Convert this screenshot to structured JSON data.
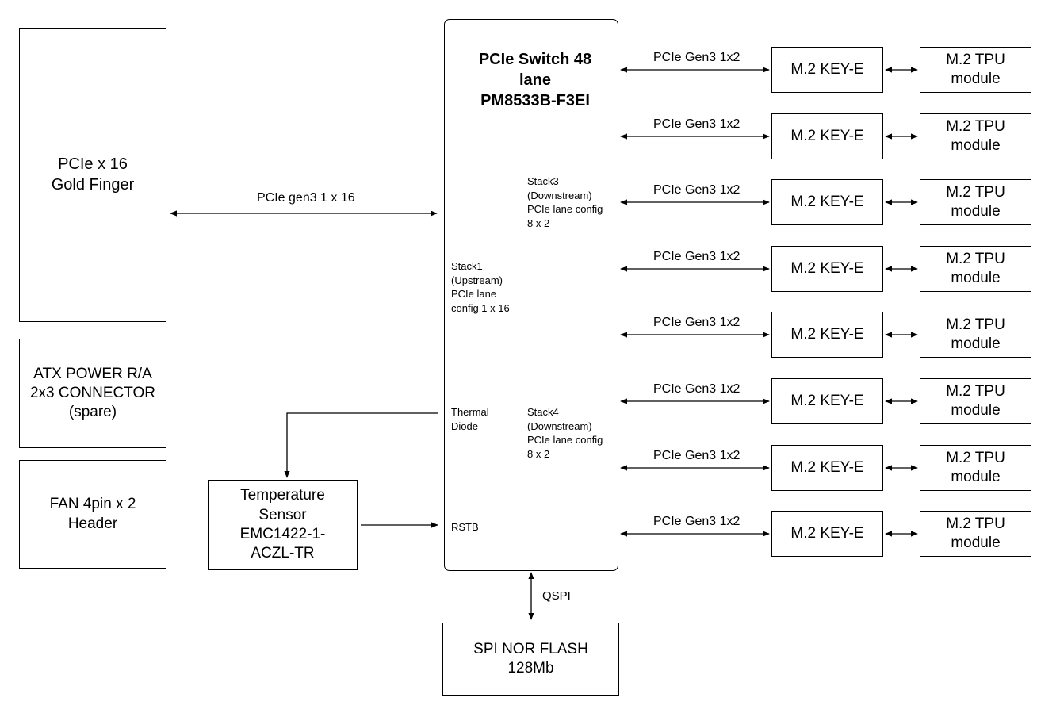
{
  "left_blocks": {
    "gold_finger": "PCIe x 16\nGold Finger",
    "atx_power": "ATX POWER R/A\n2x3 CONNECTOR\n(spare)",
    "fan_header": "FAN 4pin x 2\nHeader"
  },
  "temp_sensor": "Temperature\nSensor\nEMC1422-1-\nACZL-TR",
  "switch": {
    "title": "PCIe Switch 48\nlane\nPM8533B-F3EI",
    "stack3": "Stack3\n(Downstream)\nPCIe lane config\n8 x 2",
    "stack1": "Stack1\n(Upstream)\nPCIe lane\nconfig 1 x 16",
    "thermal_diode": "Thermal\nDiode",
    "stack4": "Stack4\n(Downstream)\nPCIe lane config\n8 x 2",
    "rstb": "RSTB"
  },
  "host_link": "PCIe gen3 1 x 16",
  "qspi": "QSPI",
  "flash": "SPI NOR FLASH\n128Mb",
  "downstream": [
    {
      "link": "PCIe Gen3 1x2",
      "slot": "M.2 KEY-E",
      "module": "M.2 TPU\nmodule"
    },
    {
      "link": "PCIe Gen3 1x2",
      "slot": "M.2 KEY-E",
      "module": "M.2 TPU\nmodule"
    },
    {
      "link": "PCIe Gen3 1x2",
      "slot": "M.2 KEY-E",
      "module": "M.2 TPU\nmodule"
    },
    {
      "link": "PCIe Gen3 1x2",
      "slot": "M.2 KEY-E",
      "module": "M.2 TPU\nmodule"
    },
    {
      "link": "PCIe Gen3 1x2",
      "slot": "M.2 KEY-E",
      "module": "M.2 TPU\nmodule"
    },
    {
      "link": "PCIe Gen3 1x2",
      "slot": "M.2 KEY-E",
      "module": "M.2 TPU\nmodule"
    },
    {
      "link": "PCIe Gen3 1x2",
      "slot": "M.2 KEY-E",
      "module": "M.2 TPU\nmodule"
    },
    {
      "link": "PCIe Gen3 1x2",
      "slot": "M.2 KEY-E",
      "module": "M.2 TPU\nmodule"
    }
  ]
}
